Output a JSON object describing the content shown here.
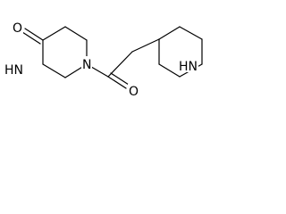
{
  "atoms": {
    "carbonyl_oxygen_piperazinone": "O",
    "amide_nitrogen_ring": "HN",
    "piperazine_nitrogen": "N",
    "acyl_oxygen": "O",
    "piperidine_nitrogen": "HN"
  }
}
